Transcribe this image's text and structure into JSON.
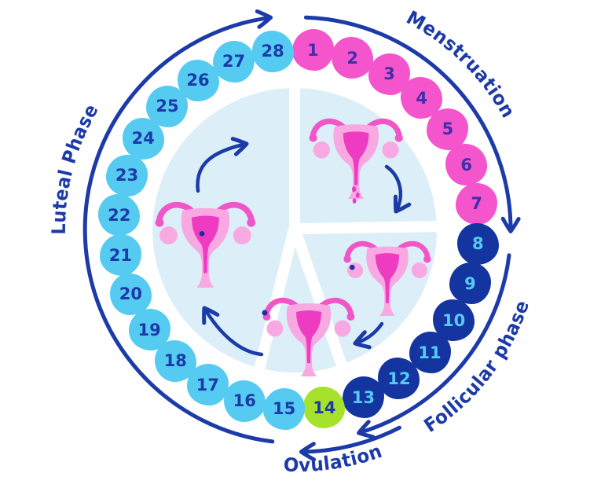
{
  "cycle": {
    "total_days": 28,
    "direction": "clockwise"
  },
  "phases": {
    "menstruation": {
      "label": "Menstruation",
      "circle_color": "#F455CC",
      "number_color": "#3F2FA8",
      "days": [
        1,
        2,
        3,
        4,
        5,
        6,
        7
      ]
    },
    "follicular": {
      "label": "Follicular phase",
      "circle_color": "#1434A0",
      "number_color": "#55CBF2",
      "days": [
        8,
        9,
        10,
        11,
        12,
        13
      ]
    },
    "ovulation": {
      "label": "Ovulation",
      "circle_color": "#A6E22B",
      "number_color": "#1C3AA8",
      "days": [
        14
      ]
    },
    "luteal": {
      "label": "Luteal Phase",
      "circle_color": "#55CBF2",
      "number_color": "#1C3AA8",
      "days": [
        15,
        16,
        17,
        18,
        19,
        20,
        21,
        22,
        23,
        24,
        25,
        26,
        27,
        28
      ]
    }
  },
  "days": [
    {
      "num": 1,
      "phase": "menstruation"
    },
    {
      "num": 2,
      "phase": "menstruation"
    },
    {
      "num": 3,
      "phase": "menstruation"
    },
    {
      "num": 4,
      "phase": "menstruation"
    },
    {
      "num": 5,
      "phase": "menstruation"
    },
    {
      "num": 6,
      "phase": "menstruation"
    },
    {
      "num": 7,
      "phase": "menstruation"
    },
    {
      "num": 8,
      "phase": "follicular"
    },
    {
      "num": 9,
      "phase": "follicular"
    },
    {
      "num": 10,
      "phase": "follicular"
    },
    {
      "num": 11,
      "phase": "follicular"
    },
    {
      "num": 12,
      "phase": "follicular"
    },
    {
      "num": 13,
      "phase": "follicular"
    },
    {
      "num": 14,
      "phase": "ovulation"
    },
    {
      "num": 15,
      "phase": "luteal"
    },
    {
      "num": 16,
      "phase": "luteal"
    },
    {
      "num": 17,
      "phase": "luteal"
    },
    {
      "num": 18,
      "phase": "luteal"
    },
    {
      "num": 19,
      "phase": "luteal"
    },
    {
      "num": 20,
      "phase": "luteal"
    },
    {
      "num": 21,
      "phase": "luteal"
    },
    {
      "num": 22,
      "phase": "luteal"
    },
    {
      "num": 23,
      "phase": "luteal"
    },
    {
      "num": 24,
      "phase": "luteal"
    },
    {
      "num": 25,
      "phase": "luteal"
    },
    {
      "num": 26,
      "phase": "luteal"
    },
    {
      "num": 27,
      "phase": "luteal"
    },
    {
      "num": 28,
      "phase": "luteal"
    }
  ],
  "center_illustrations": [
    {
      "name": "uterus-menstruation-icon",
      "stage": "menstruation",
      "detail": "uterus with menstrual flow drops"
    },
    {
      "name": "uterus-follicular-icon",
      "stage": "follicular",
      "detail": "uterus with egg maturing in left ovary"
    },
    {
      "name": "uterus-ovulation-icon",
      "stage": "ovulation",
      "detail": "uterus with egg released from left ovary"
    },
    {
      "name": "uterus-luteal-icon",
      "stage": "luteal",
      "detail": "uterus with egg in uterine cavity"
    }
  ],
  "colors": {
    "accent_navy": "#1C3AA8",
    "pale_blue": "#DCEFF9",
    "uterus_tube": "#F156C9",
    "uterus_body": "#F9A9E2",
    "uterus_inner": "#EE3CC2",
    "egg_navy": "#1C2F9E"
  }
}
